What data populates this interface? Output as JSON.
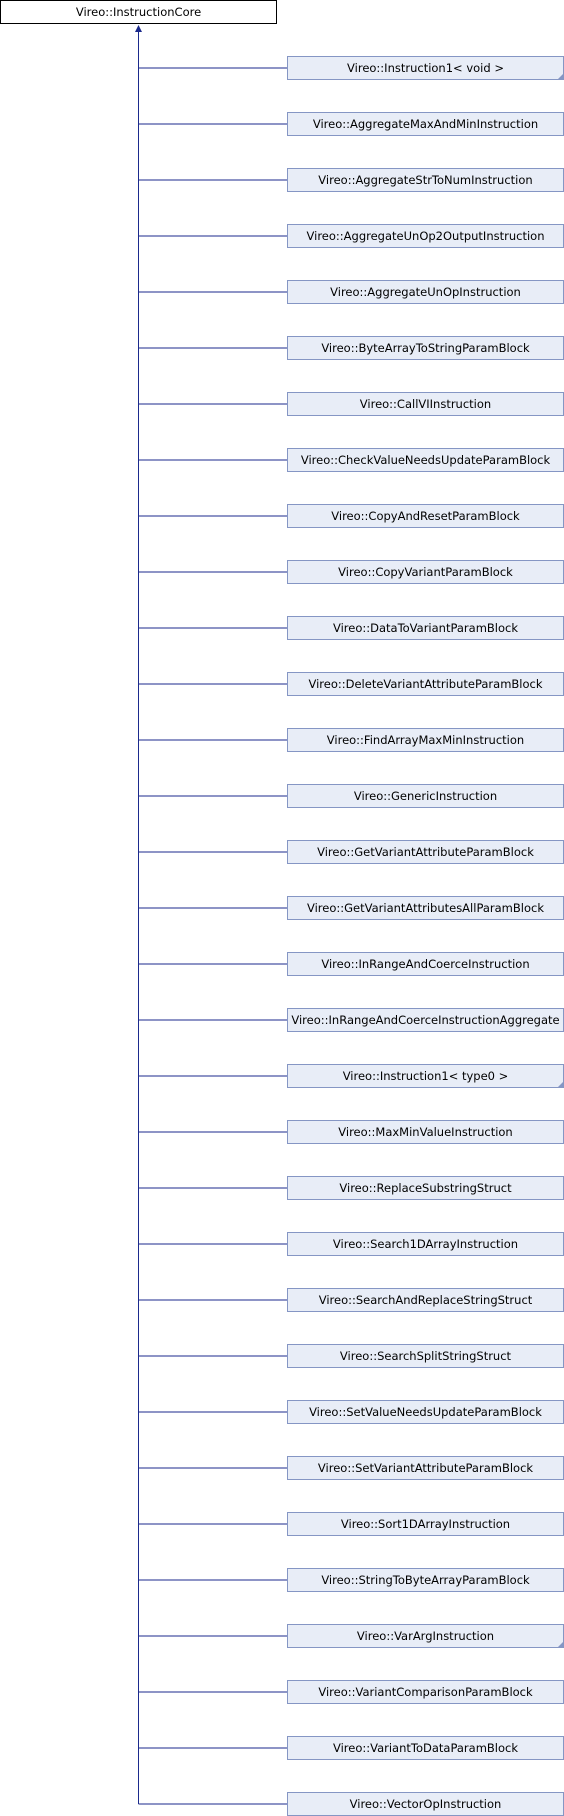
{
  "diagram": {
    "root": {
      "label": "Vireo::InstructionCore"
    },
    "children": [
      {
        "label": "Vireo::Instruction1< void >",
        "folded": true
      },
      {
        "label": "Vireo::AggregateMaxAndMinInstruction",
        "folded": false
      },
      {
        "label": "Vireo::AggregateStrToNumInstruction",
        "folded": false
      },
      {
        "label": "Vireo::AggregateUnOp2OutputInstruction",
        "folded": false
      },
      {
        "label": "Vireo::AggregateUnOpInstruction",
        "folded": false
      },
      {
        "label": "Vireo::ByteArrayToStringParamBlock",
        "folded": false
      },
      {
        "label": "Vireo::CallVIInstruction",
        "folded": false
      },
      {
        "label": "Vireo::CheckValueNeedsUpdateParamBlock",
        "folded": false
      },
      {
        "label": "Vireo::CopyAndResetParamBlock",
        "folded": false
      },
      {
        "label": "Vireo::CopyVariantParamBlock",
        "folded": false
      },
      {
        "label": "Vireo::DataToVariantParamBlock",
        "folded": false
      },
      {
        "label": "Vireo::DeleteVariantAttributeParamBlock",
        "folded": false
      },
      {
        "label": "Vireo::FindArrayMaxMinInstruction",
        "folded": false
      },
      {
        "label": "Vireo::GenericInstruction",
        "folded": false
      },
      {
        "label": "Vireo::GetVariantAttributeParamBlock",
        "folded": false
      },
      {
        "label": "Vireo::GetVariantAttributesAllParamBlock",
        "folded": false
      },
      {
        "label": "Vireo::InRangeAndCoerceInstruction",
        "folded": false
      },
      {
        "label": "Vireo::InRangeAndCoerceInstructionAggregate",
        "folded": false
      },
      {
        "label": "Vireo::Instruction1< type0 >",
        "folded": true
      },
      {
        "label": "Vireo::MaxMinValueInstruction",
        "folded": false
      },
      {
        "label": "Vireo::ReplaceSubstringStruct",
        "folded": false
      },
      {
        "label": "Vireo::Search1DArrayInstruction",
        "folded": false
      },
      {
        "label": "Vireo::SearchAndReplaceStringStruct",
        "folded": false
      },
      {
        "label": "Vireo::SearchSplitStringStruct",
        "folded": false
      },
      {
        "label": "Vireo::SetValueNeedsUpdateParamBlock",
        "folded": false
      },
      {
        "label": "Vireo::SetVariantAttributeParamBlock",
        "folded": false
      },
      {
        "label": "Vireo::Sort1DArrayInstruction",
        "folded": false
      },
      {
        "label": "Vireo::StringToByteArrayParamBlock",
        "folded": false
      },
      {
        "label": "Vireo::VarArgInstruction",
        "folded": true
      },
      {
        "label": "Vireo::VariantComparisonParamBlock",
        "folded": false
      },
      {
        "label": "Vireo::VariantToDataParamBlock",
        "folded": false
      },
      {
        "label": "Vireo::VectorOpInstruction",
        "folded": false
      }
    ],
    "colors": {
      "edge": "#1b2a8c",
      "node_fill": "#e8edf7",
      "node_border": "#8596c4",
      "root_fill": "#ffffff",
      "root_border": "#000000"
    }
  }
}
